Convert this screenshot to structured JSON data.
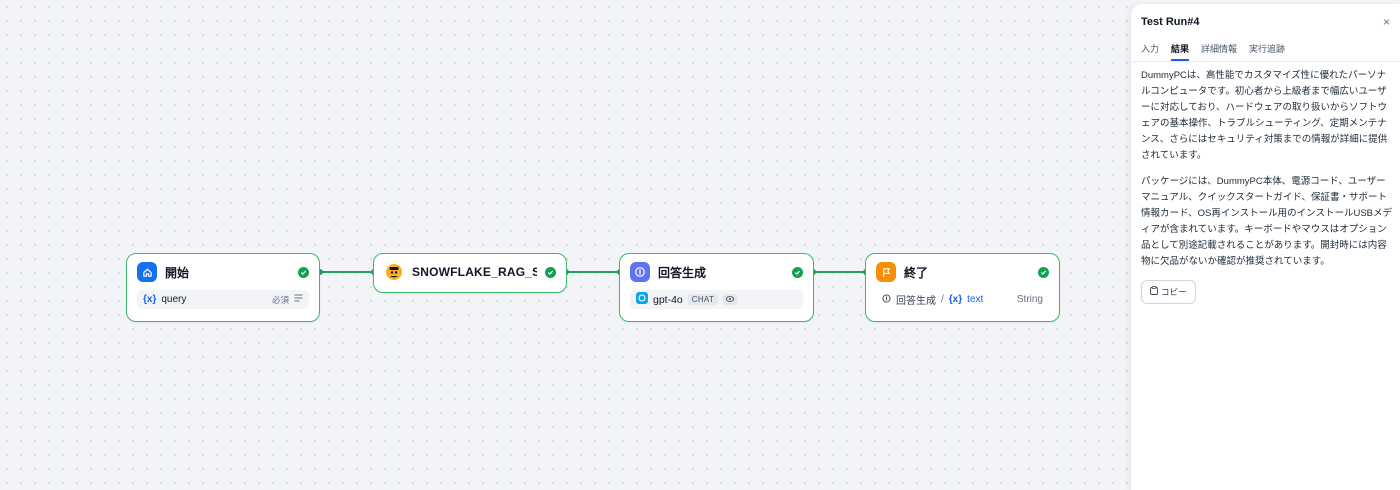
{
  "nodes": {
    "start": {
      "title": "開始",
      "var_name": "query",
      "required_label": "必須"
    },
    "search": {
      "title": "SNOWFLAKE_RAG_SEARCH"
    },
    "llm": {
      "title": "回答生成",
      "model": "gpt-4o",
      "mode_tag": "CHAT"
    },
    "end": {
      "title": "終了",
      "source": "回答生成",
      "var_name": "text",
      "type": "String"
    }
  },
  "panel": {
    "title": "Test Run#4",
    "close_label": "×",
    "tabs": [
      "入力",
      "結果",
      "詳細情報",
      "実行追跡"
    ],
    "active_tab": "結果",
    "paragraphs": [
      "DummyPCは、高性能でカスタマイズ性に優れたパーソナルコンピュータです。初心者から上級者まで幅広いユーザーに対応しており、ハードウェアの取り扱いからソフトウェアの基本操作、トラブルシューティング、定期メンテナンス、さらにはセキュリティ対策までの情報が詳細に提供されています。",
      "パッケージには、DummyPC本体、電源コード、ユーザーマニュアル、クイックスタートガイド、保証書・サポート情報カード、OS再インストール用のインストールUSBメディアが含まれています。キーボードやマウスはオプション品として別途記載されることがあります。開封時には内容物に欠品がないか確認が推奨されています。"
    ],
    "copy_label": "コピー"
  },
  "colors": {
    "start_icon": "#1570ef",
    "llm_icon": "#6172f3",
    "end_icon": "#f79009",
    "edge": "#22a05a",
    "accent": "#155eef"
  }
}
